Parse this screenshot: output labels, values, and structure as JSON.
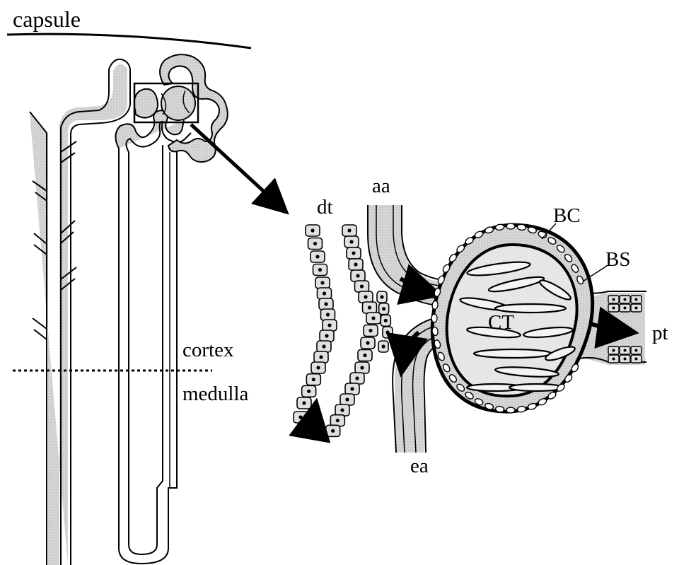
{
  "labels": {
    "capsule": "capsule",
    "cortex": "cortex",
    "medulla": "medulla",
    "dt": "dt",
    "aa": "aa",
    "bc": "BC",
    "bs": "BS",
    "ct": "CT",
    "pt": "pt",
    "ea": "ea"
  },
  "colors": {
    "ink": "#000000",
    "fill": "#d8d8d8",
    "background": "#ffffff"
  }
}
